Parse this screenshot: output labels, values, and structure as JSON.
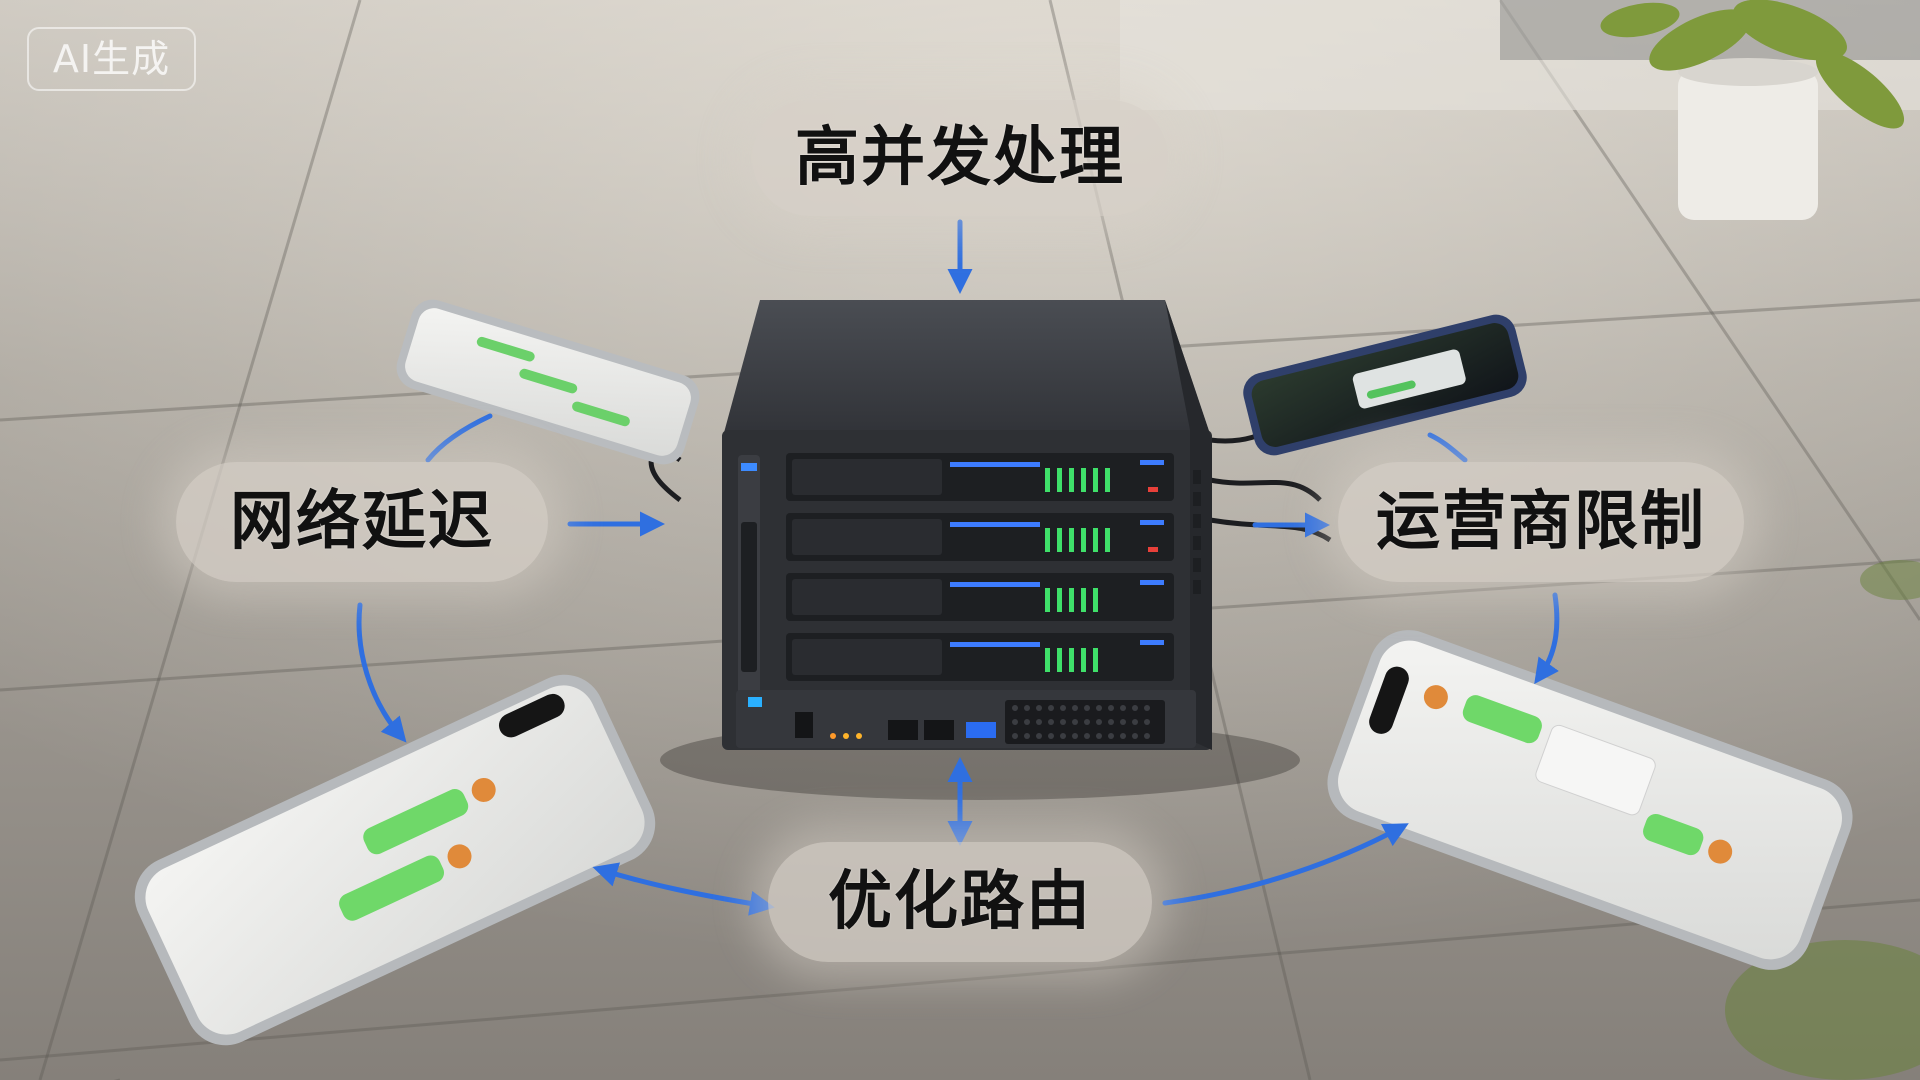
{
  "watermark": "AI生成",
  "labels": {
    "top": "高并发处理",
    "left": "网络延迟",
    "right": "运营商限制",
    "bottom": "优化路由"
  },
  "colors": {
    "arrow": "#2f6fe0",
    "ground": "#9b968f",
    "server": "#3b3d42"
  }
}
